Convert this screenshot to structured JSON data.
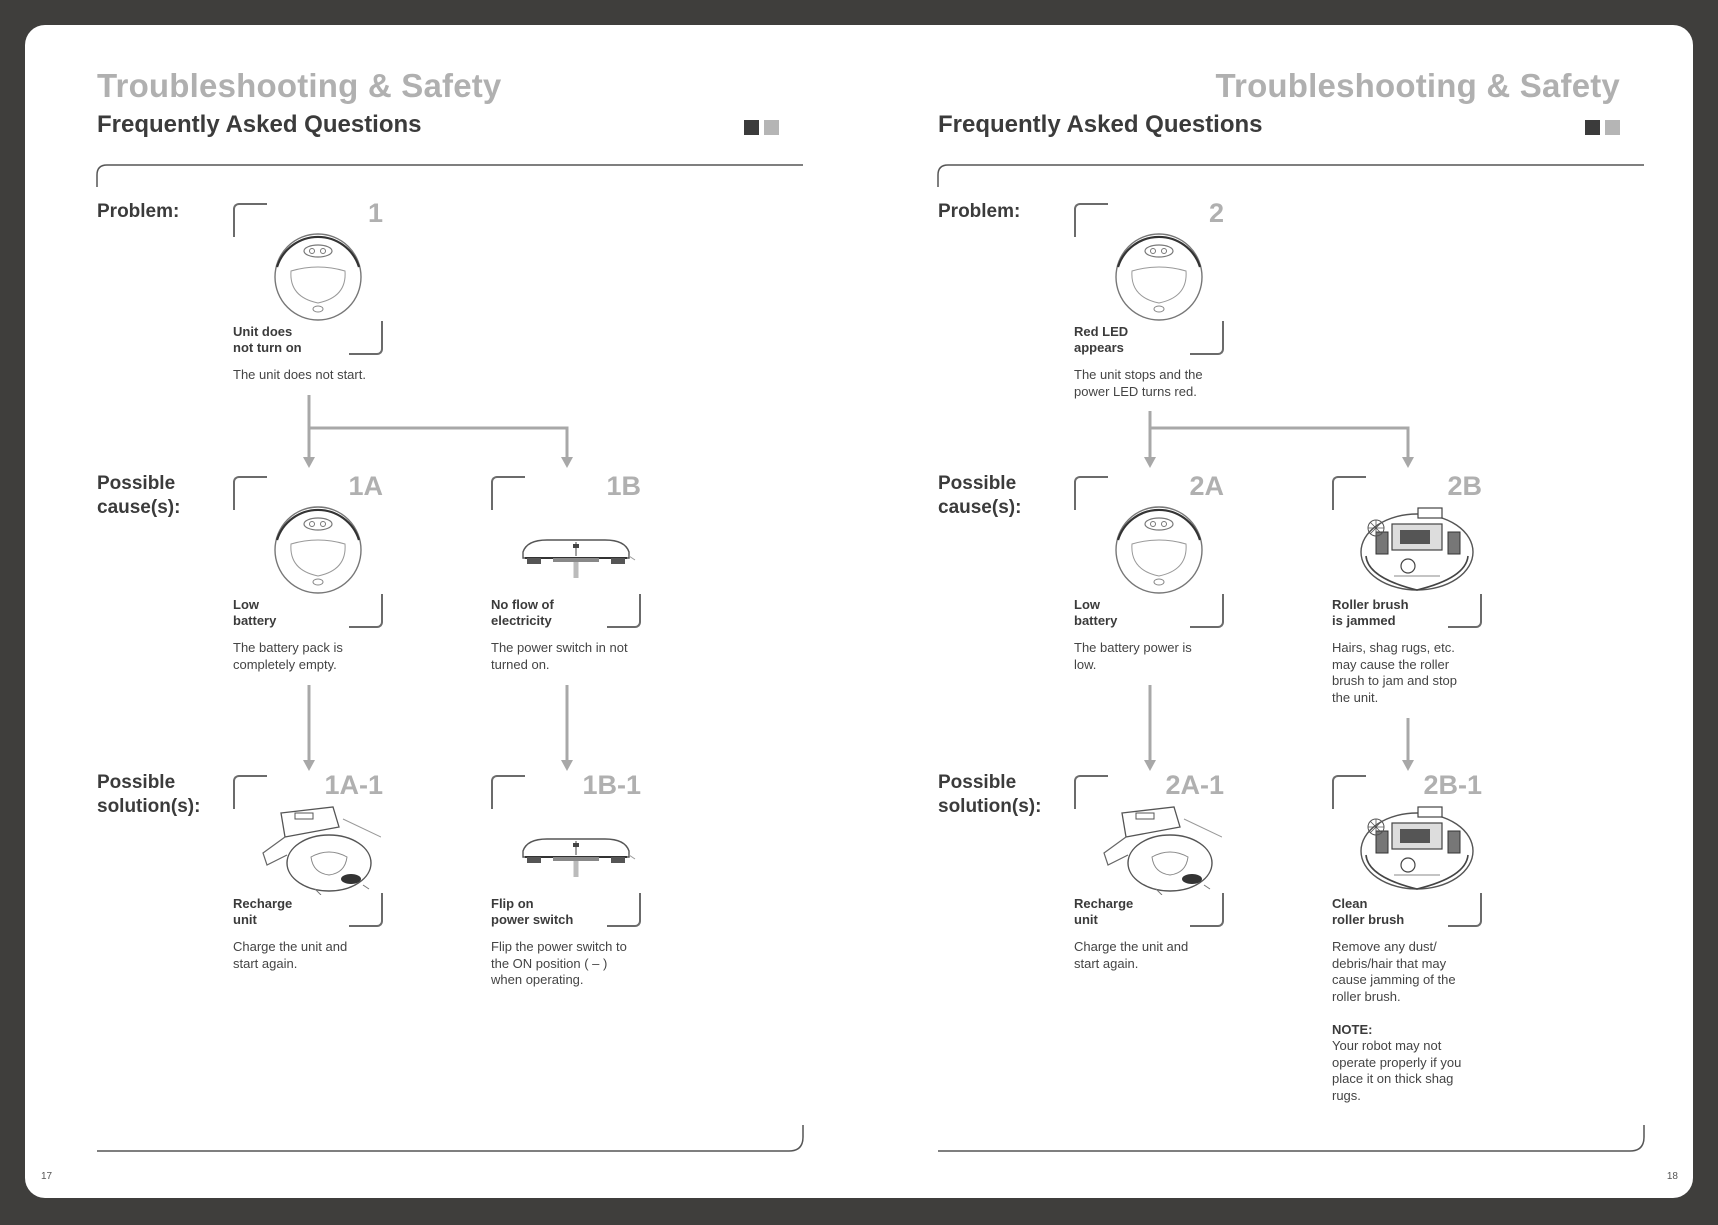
{
  "pages": [
    {
      "title": "Troubleshooting & Safety",
      "subtitle": "Frequently Asked Questions",
      "row_labels": {
        "problem": "Problem:",
        "causes": "Possible\ncause(s):",
        "solutions": "Possible\nsolution(s):"
      },
      "problem": {
        "code": "1",
        "caption": "Unit does\nnot turn on",
        "description": "The unit does not start.",
        "icon": "robot-top-view-icon"
      },
      "causes": [
        {
          "code": "1A",
          "caption": "Low\nbattery",
          "description": "The battery pack is\ncompletely empty.",
          "icon": "robot-top-view-icon"
        },
        {
          "code": "1B",
          "caption": "No flow of\nelectricity",
          "description": "The power switch in not\nturned on.",
          "icon": "robot-side-view-icon"
        }
      ],
      "solutions": [
        {
          "code": "1A-1",
          "caption": "Recharge\nunit",
          "description": "Charge the unit and\nstart again.",
          "icon": "robot-docking-icon"
        },
        {
          "code": "1B-1",
          "caption": "Flip on\npower switch",
          "description": "Flip the power switch to\nthe ON position ( – )\nwhen operating.",
          "icon": "robot-side-view-icon"
        }
      ],
      "page_number": "17"
    },
    {
      "title": "Troubleshooting & Safety",
      "subtitle": "Frequently Asked Questions",
      "row_labels": {
        "problem": "Problem:",
        "causes": "Possible\ncause(s):",
        "solutions": "Possible\nsolution(s):"
      },
      "problem": {
        "code": "2",
        "caption": "Red LED\nappears",
        "description": "The unit stops and the\npower LED turns red.",
        "icon": "robot-top-view-icon"
      },
      "causes": [
        {
          "code": "2A",
          "caption": "Low\nbattery",
          "description": "The battery power is\nlow.",
          "icon": "robot-top-view-icon"
        },
        {
          "code": "2B",
          "caption": "Roller brush\nis jammed",
          "description": "Hairs, shag rugs, etc.\nmay cause the roller\nbrush to jam and stop\nthe unit.",
          "icon": "robot-underside-icon"
        }
      ],
      "solutions": [
        {
          "code": "2A-1",
          "caption": "Recharge\nunit",
          "description": "Charge the unit and\nstart again.",
          "icon": "robot-docking-icon"
        },
        {
          "code": "2B-1",
          "caption": "Clean\nroller brush",
          "description": "Remove any dust/\ndebris/hair that may\ncause jamming of the\nroller brush.",
          "note_heading": "NOTE:",
          "note": "Your robot may not\noperate properly if you\nplace it on thick shag\nrugs.",
          "icon": "robot-underside-icon"
        }
      ],
      "page_number": "18"
    }
  ],
  "colors": {
    "background": "#3f3e3c",
    "page": "#ffffff",
    "title_gray": "#b0b0b0",
    "text_dark": "#3b3b3b",
    "arrow_gray": "#a8a8a8"
  }
}
